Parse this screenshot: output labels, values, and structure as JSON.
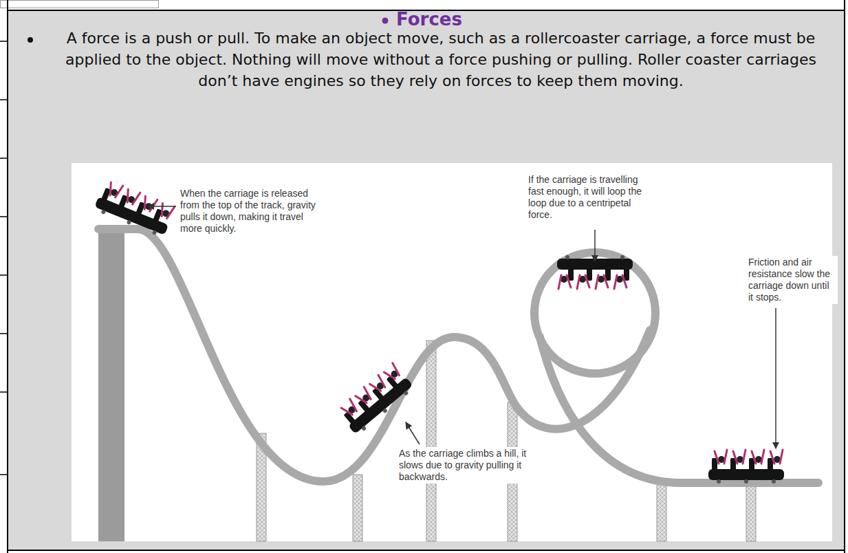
{
  "diagram": {
    "title": "Forces",
    "labels": [
      "A force is a push or pull. To make an object move, such as a rollercoaster carriage, a force must be applied to the object. Nothing will move without a force pushing or pulling. Roller coaster carriages don’t have engines so they rely on forces to keep them moving.",
      "When the carriage is released from the top of the track, gravity pulls it down, making it travel more quickly.",
      "If the carriage is travelling fast enough, it will loop the loop due to a centripetal force.",
      "Friction and air resistance slow the carriage down until it stops.",
      "As the carriage climbs a hill, it slows due to gravity pulling it backwards."
    ]
  }
}
